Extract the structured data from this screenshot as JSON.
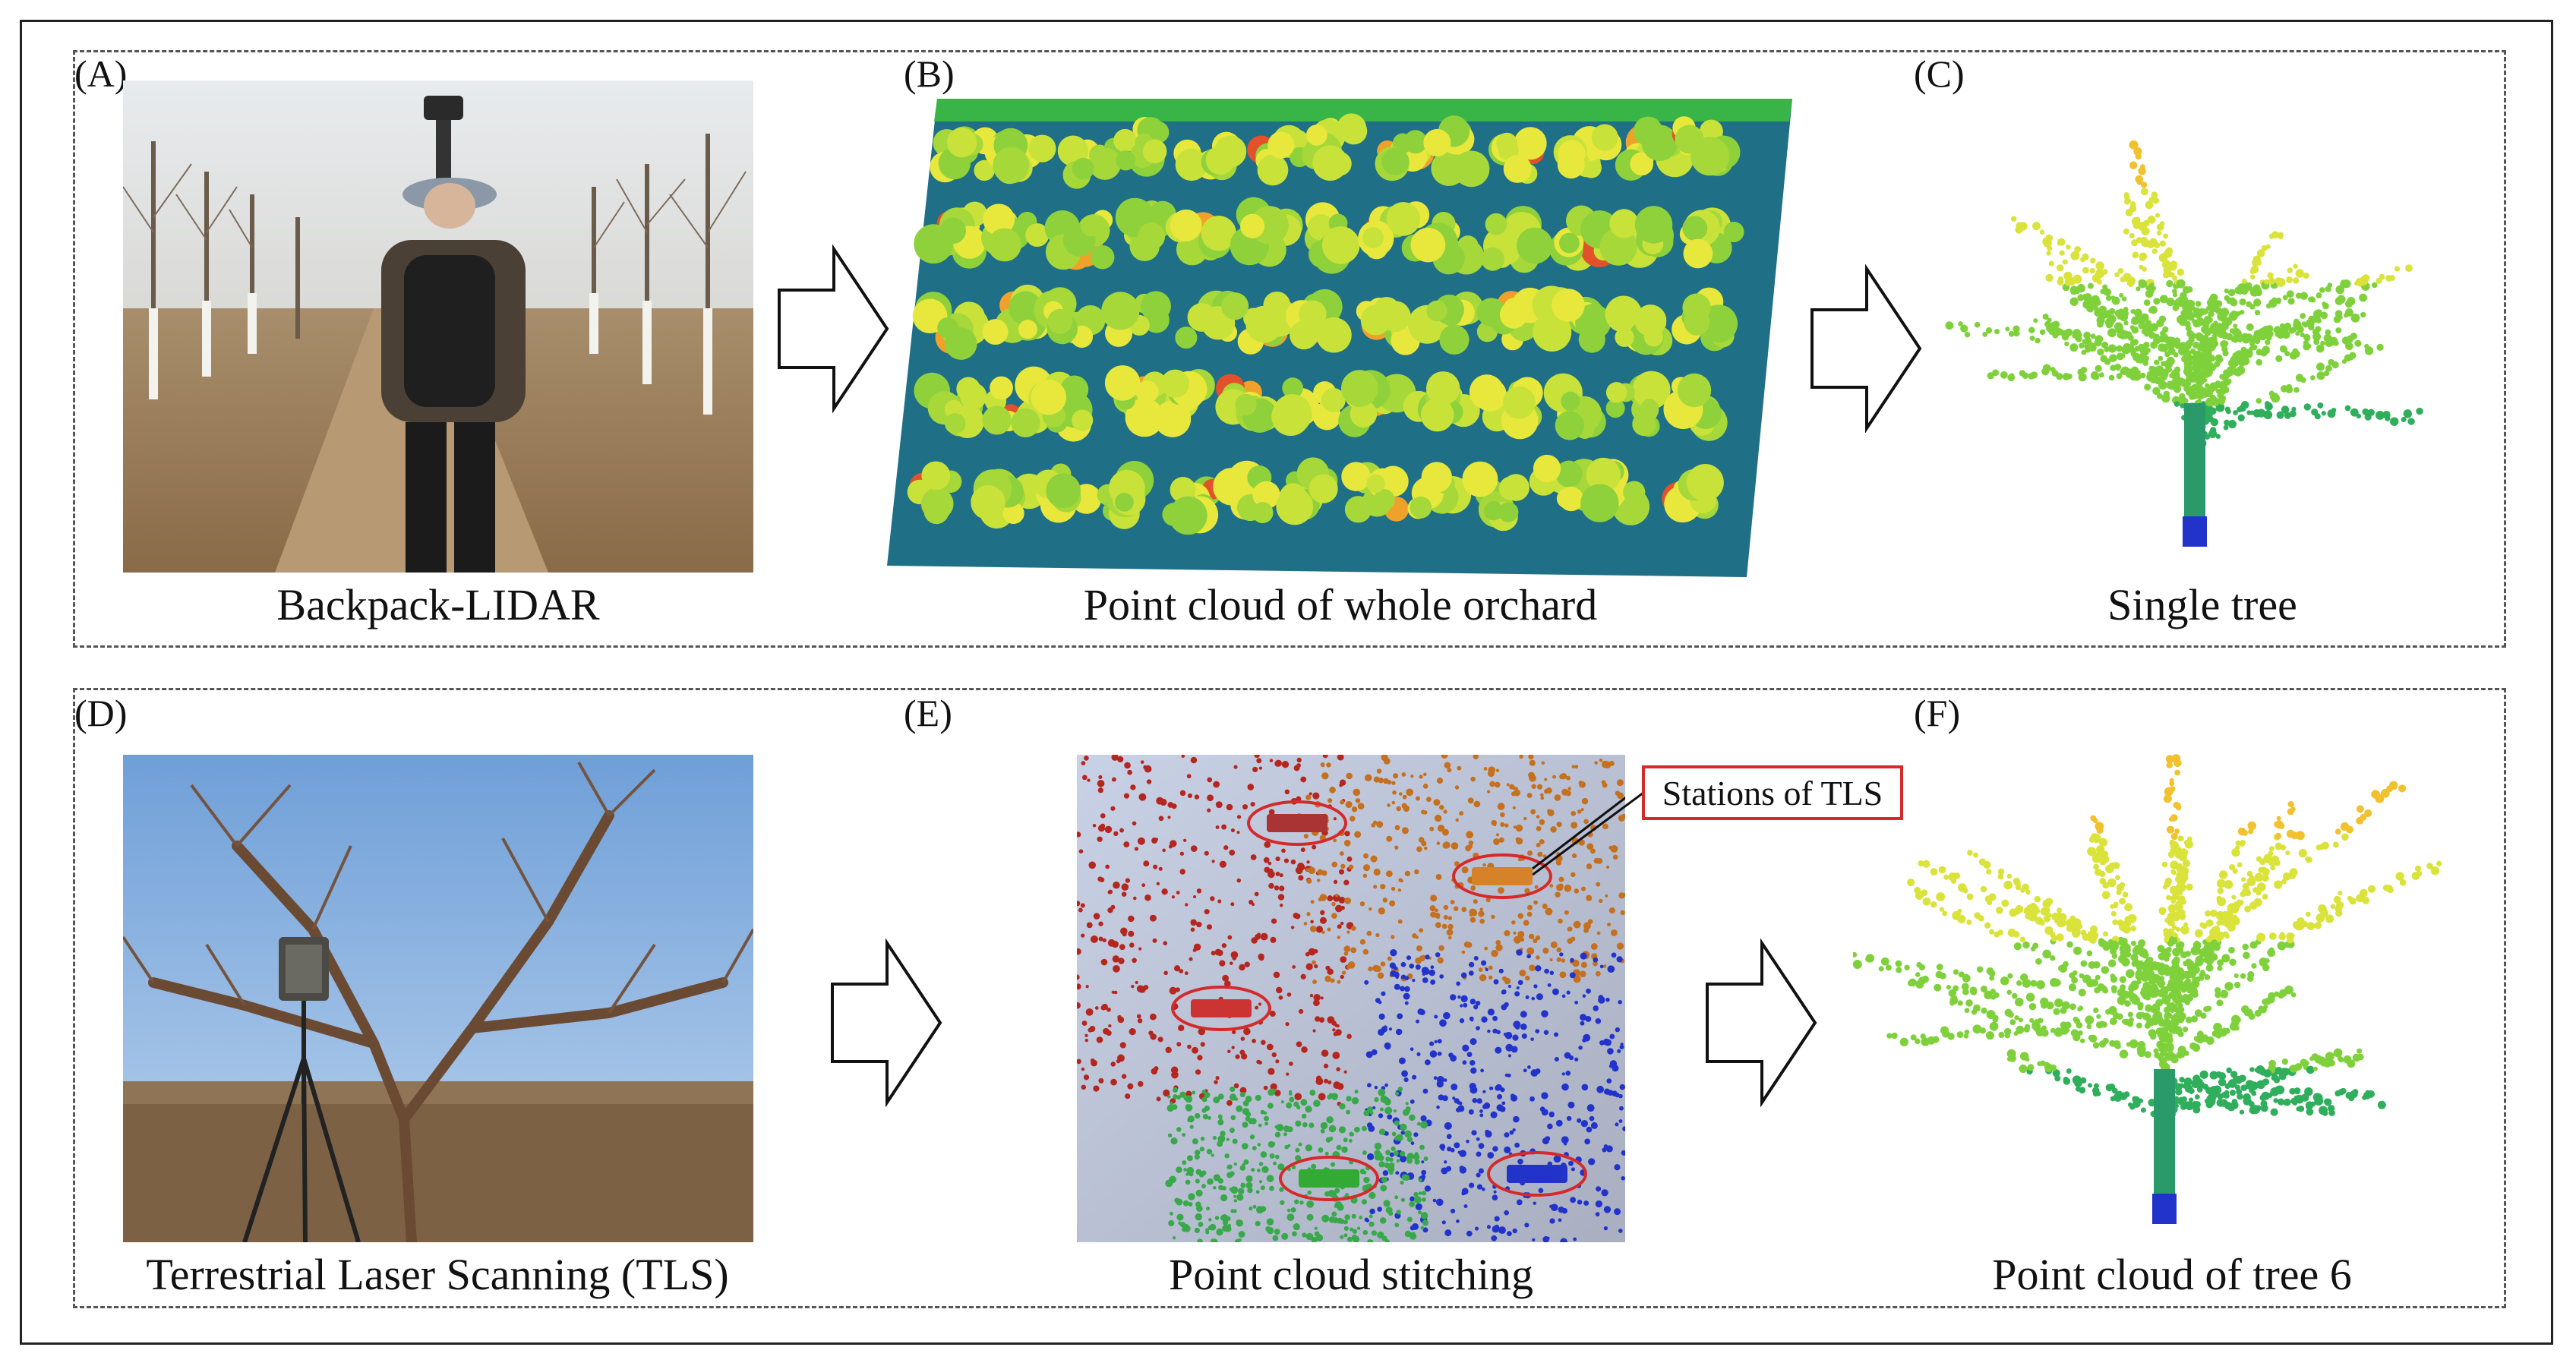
{
  "figure": {
    "panels": [
      {
        "label": "(A)",
        "caption": "Backpack-LIDAR",
        "content": "photo: person wearing backpack LIDAR walking in orchard"
      },
      {
        "label": "(B)",
        "caption": "Point cloud of whole orchard",
        "content": "height-colored point cloud of orchard rows"
      },
      {
        "label": "(C)",
        "caption": "Single tree",
        "content": "point cloud of single tree"
      },
      {
        "label": "(D)",
        "caption": "Terrestrial Laser Scanning (TLS)",
        "content": "photo: terrestrial laser scanner on tripod beneath tree"
      },
      {
        "label": "(E)",
        "caption": "Point cloud stitching",
        "content": "multi-station point clouds merged, stations marked"
      },
      {
        "label": "(F)",
        "caption": "Point cloud of tree 6",
        "content": "height-colored point cloud of tree 6"
      }
    ],
    "annotation": "Stations of TLS",
    "colors": {
      "red": "#d42a2a",
      "green": "#2fa84a",
      "blue": "#2233cc",
      "yellow": "#e5e63a",
      "teal": "#1f6f86"
    }
  }
}
